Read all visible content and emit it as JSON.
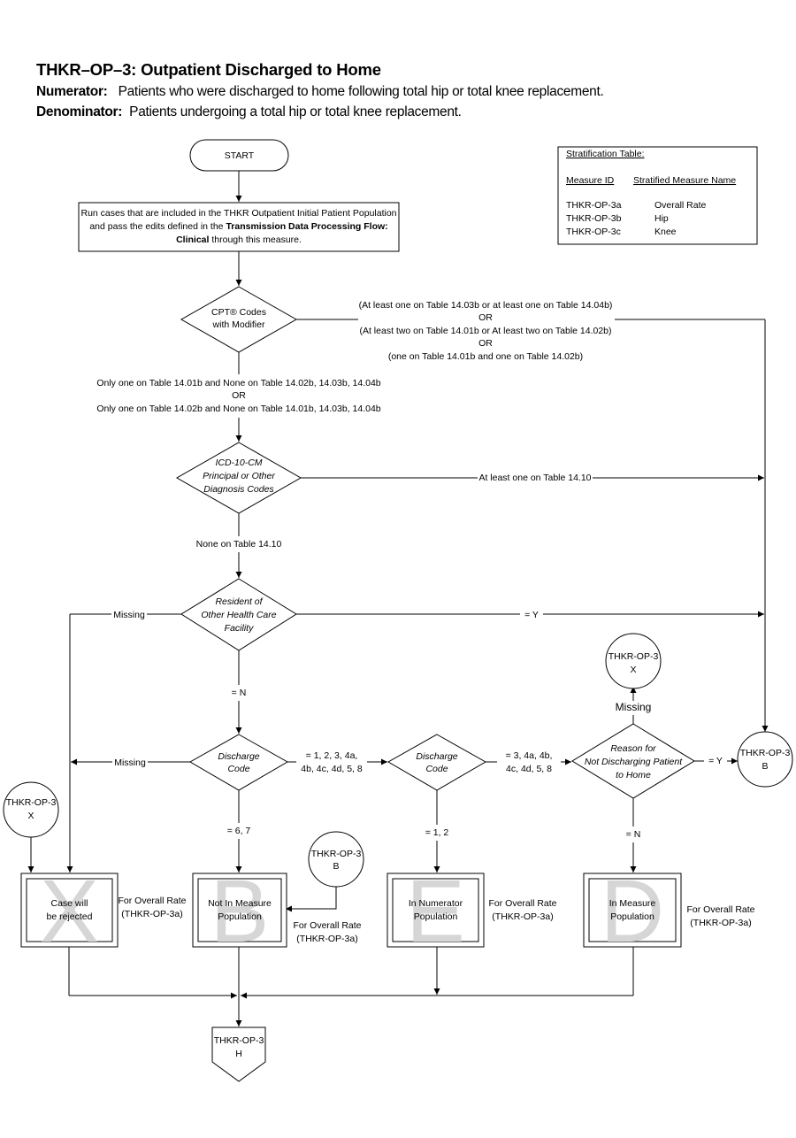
{
  "header": {
    "title": "THKR–OP–3:  Outpatient Discharged to Home",
    "numerator_label": "Numerator:",
    "numerator_text": "Patients who were discharged to home following total hip or total knee replacement.",
    "denominator_label": "Denominator:",
    "denominator_text": "Patients undergoing a total hip or total knee replacement."
  },
  "start": "START",
  "run_box": {
    "line1": "Run cases that are included in the THKR Outpatient Initial Patient Population",
    "line2a": "and pass the edits defined in the ",
    "line2b": "Transmission Data Processing Flow:",
    "line3a": "Clinical",
    "line3b": " through this measure."
  },
  "strat_table": {
    "title": "Stratification Table:",
    "col1": "Measure ID",
    "col2": "Stratified Measure Name",
    "rows": [
      {
        "id": "THKR-OP-3a",
        "name": "Overall Rate"
      },
      {
        "id": "THKR-OP-3b",
        "name": "Hip"
      },
      {
        "id": "THKR-OP-3c",
        "name": "Knee"
      }
    ]
  },
  "cpt": {
    "line1": "CPT® Codes",
    "line2": "with Modifier",
    "right1": "(At least one on Table 14.03b or at least one on Table 14.04b)",
    "right_or1": "OR",
    "right2": "(At least two on Table 14.01b or At least two on Table 14.02b)",
    "right_or2": "OR",
    "right3": "(one on Table 14.01b and one on Table 14.02b)",
    "down1": "Only one on Table 14.01b and None on Table 14.02b, 14.03b, 14.04b",
    "down_or": "OR",
    "down2": "Only one on Table 14.02b and None on Table 14.01b, 14.03b, 14.04b"
  },
  "icd": {
    "line1": "ICD-10-CM",
    "line2": "Principal or Other",
    "line3": "Diagnosis Codes",
    "right": "At least one on Table 14.10",
    "down": "None on Table 14.10"
  },
  "resident": {
    "line1": "Resident of",
    "line2": "Other Health Care",
    "line3": "Facility",
    "left": "Missing",
    "right": "= Y",
    "down": "= N"
  },
  "discharge1": {
    "line1": "Discharge",
    "line2": "Code",
    "left": "Missing",
    "right1": "= 1, 2, 3, 4a,",
    "right2": "4b, 4c, 4d, 5, 8",
    "down": "= 6, 7"
  },
  "discharge2": {
    "line1": "Discharge",
    "line2": "Code",
    "right1": "=  3, 4a, 4b,",
    "right2": "4c, 4d, 5, 8",
    "down": "= 1, 2"
  },
  "reason": {
    "line1": "Reason for",
    "line2": "Not Discharging Patient",
    "line3": "to Home",
    "up": "Missing",
    "right": "= Y",
    "down": "= N"
  },
  "connectors": {
    "x_top": {
      "l1": "THKR-OP-3",
      "l2": "X"
    },
    "x_left": {
      "l1": "THKR-OP-3",
      "l2": "X"
    },
    "b_right": {
      "l1": "THKR-OP-3",
      "l2": "B"
    },
    "b_mid": {
      "l1": "THKR-OP-3",
      "l2": "B"
    },
    "h_bottom": {
      "l1": "THKR-OP-3",
      "l2": "H"
    }
  },
  "outcomes": {
    "x": {
      "letter": "X",
      "l1": "Case will",
      "l2": "be rejected",
      "note1": "For Overall Rate",
      "note2": "(THKR-OP-3a)"
    },
    "b": {
      "letter": "B",
      "l1": "Not In Measure",
      "l2": "Population",
      "note1": "For Overall Rate",
      "note2": "(THKR-OP-3a)"
    },
    "e": {
      "letter": "E",
      "l1": "In Numerator",
      "l2": "Population",
      "note1": "For Overall Rate",
      "note2": "(THKR-OP-3a)"
    },
    "d": {
      "letter": "D",
      "l1": "In Measure",
      "l2": "Population",
      "note1": "For Overall Rate",
      "note2": "(THKR-OP-3a)"
    }
  }
}
